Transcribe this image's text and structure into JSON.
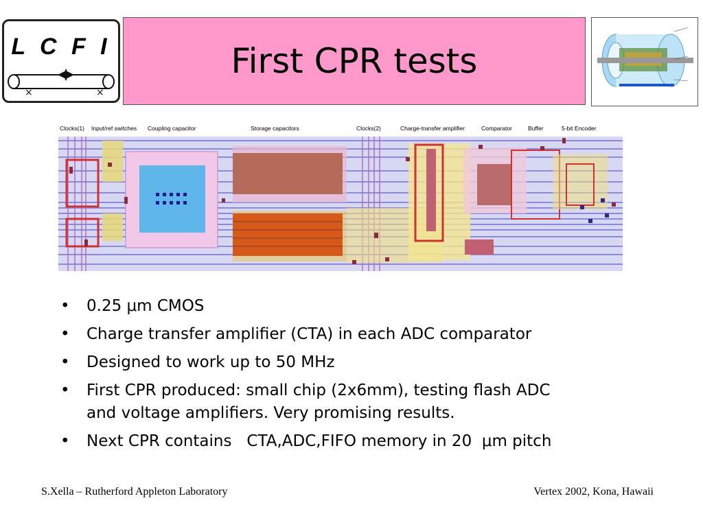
{
  "logo": {
    "text": "L C F I"
  },
  "title": "First CPR tests",
  "chip_labels": [
    "Clocks(1)",
    "Input/ref switches",
    "Coupling capacitor",
    "Storage capacitors",
    "Clocks(2)",
    "Charge-transfer amplifier",
    "Comparator",
    "Buffer",
    "5-bit Encoder"
  ],
  "bullets": [
    {
      "symbol": "•",
      "lines": [
        "0.25 μm CMOS"
      ]
    },
    {
      "symbol": "•",
      "lines": [
        "Charge transfer amplifier (CTA) in each ADC comparator"
      ]
    },
    {
      "symbol": "•",
      "lines": [
        "Designed to work up to 50 MHz"
      ]
    },
    {
      "symbol": "•",
      "lines": [
        "First CPR produced: small chip (2x6mm), testing flash ADC",
        "and voltage amplifiers. Very promising results."
      ]
    },
    {
      "symbol": "•",
      "lines": [
        "Next CPR contains   CTA,ADC,FIFO memory in 20  μm pitch"
      ]
    }
  ],
  "footer": {
    "left": "S.Xella – Rutherford Appleton Laboratory",
    "right": "Vertex 2002, Kona, Hawaii"
  }
}
